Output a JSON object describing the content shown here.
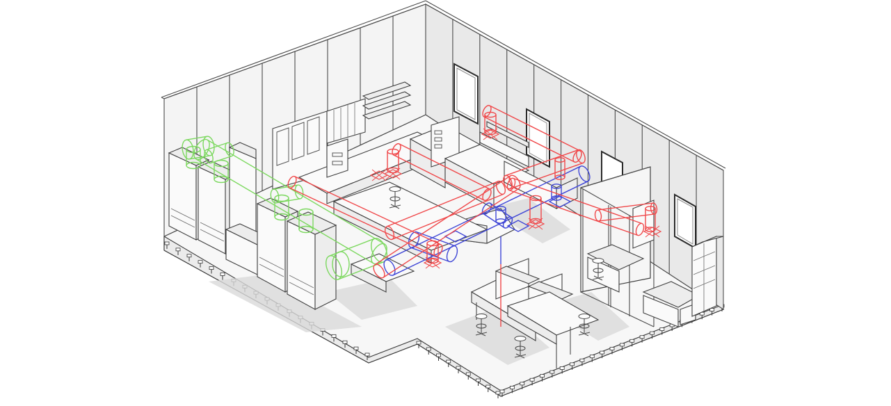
{
  "drawing": {
    "view": "isometric",
    "background": "#ffffff",
    "linework_color": "#4a4a4a",
    "floor_color": "#f7f7f7",
    "wall_color": "#f4f4f4"
  },
  "systems": [
    {
      "key": "exhaust",
      "color": "#7cd85f"
    },
    {
      "key": "supply",
      "color": "#f0484a"
    },
    {
      "key": "return",
      "color": "#3f46d6"
    }
  ],
  "spaces": [
    {
      "key": "lab-main"
    },
    {
      "key": "glass-office"
    }
  ]
}
